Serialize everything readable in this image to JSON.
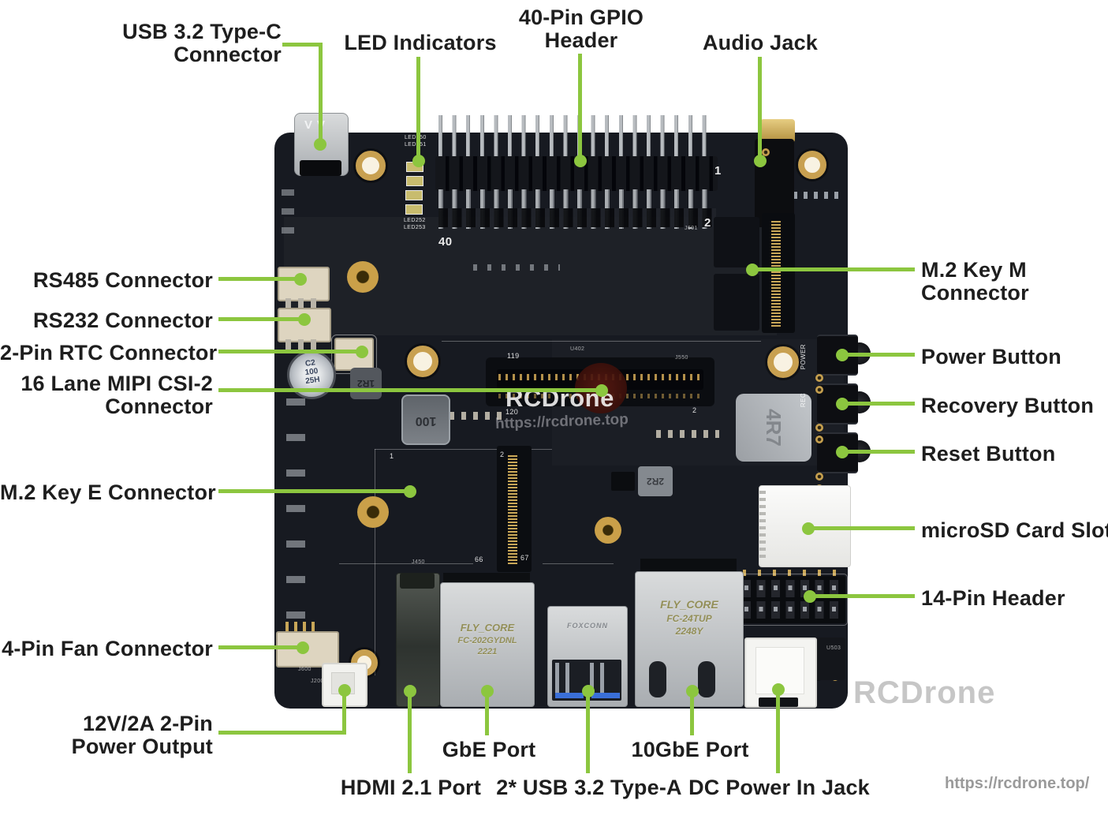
{
  "colors": {
    "accent_green": "#8CC63F",
    "label_text": "#1E1E1E",
    "board": "#171A21",
    "watermark_gray": "#C6C6C6",
    "url_gray": "#9A9A9A"
  },
  "callouts": {
    "usb_c": {
      "line1": "USB 3.2 Type-C",
      "line2": "Connector"
    },
    "led": {
      "label": "LED Indicators"
    },
    "gpio": {
      "line1": "40-Pin GPIO",
      "line2": "Header"
    },
    "audio": {
      "label": "Audio Jack"
    },
    "m2_key_m": {
      "line1": "M.2 Key M",
      "line2": "Connector"
    },
    "power": {
      "label": "Power Button"
    },
    "recovery": {
      "label": "Recovery Button"
    },
    "reset": {
      "label": "Reset Button"
    },
    "microsd": {
      "label": "microSD Card Slot"
    },
    "header14": {
      "label": "14-Pin Header"
    },
    "rs485": {
      "label": "RS485 Connector"
    },
    "rs232": {
      "label": "RS232 Connector"
    },
    "rtc": {
      "label": "2-Pin RTC Connector"
    },
    "mipi": {
      "line1": "16 Lane MIPI CSI-2",
      "line2": "Connector"
    },
    "m2_key_e": {
      "label": "M.2 Key E Connector"
    },
    "fan": {
      "label": "4-Pin Fan Connector"
    },
    "power_out": {
      "line1": "12V/2A 2-Pin",
      "line2": "Power Output"
    },
    "gbe": {
      "label": "GbE Port"
    },
    "hdmi": {
      "label": "HDMI 2.1 Port"
    },
    "usb_a": {
      "label": "2* USB 3.2 Type-A"
    },
    "tengbe": {
      "label": "10GbE Port"
    },
    "dc_jack": {
      "label": "DC Power In Jack"
    }
  },
  "watermarks": {
    "center_brand": "RCDrone",
    "center_url": "https://rcdrone.top",
    "corner_brand": "RCDrone",
    "page_url": "https://rcdrone.top/"
  },
  "silkscreen": {
    "gpio_40": "40",
    "gpio_1": "1",
    "gpio_2": "2",
    "j601": "J601",
    "led250": "LED250",
    "led251": "LED251",
    "led252": "LED252",
    "led253": "LED253",
    "mipi_119": "119",
    "mipi_120": "120",
    "mipi_2": "2",
    "j550": "J550",
    "u402": "U402",
    "keye_1": "1",
    "keye_2": "2",
    "keye_66": "66",
    "keye_67": "67",
    "j450": "J450",
    "power_vert": "POWER",
    "rec_vert": "REC",
    "u503": "U503",
    "j600": "J600",
    "j200": "J200"
  },
  "components": {
    "cap_line1": "C2",
    "cap_line2": "100",
    "cap_line3": "25H",
    "ind_1r2": "1R2",
    "ind_100": "100",
    "ind_2r2": "2R2",
    "ind_4r7": "4R7",
    "gbe_chip_line1": "FLY_CORE",
    "gbe_chip_line2": "FC-202GYDNL",
    "gbe_chip_line3": "2221",
    "tengbe_chip_line1": "FLY_CORE",
    "tengbe_chip_line2": "FC-24TUP",
    "tengbe_chip_line3": "2248Y",
    "usb_brand": "FOXCONN"
  }
}
